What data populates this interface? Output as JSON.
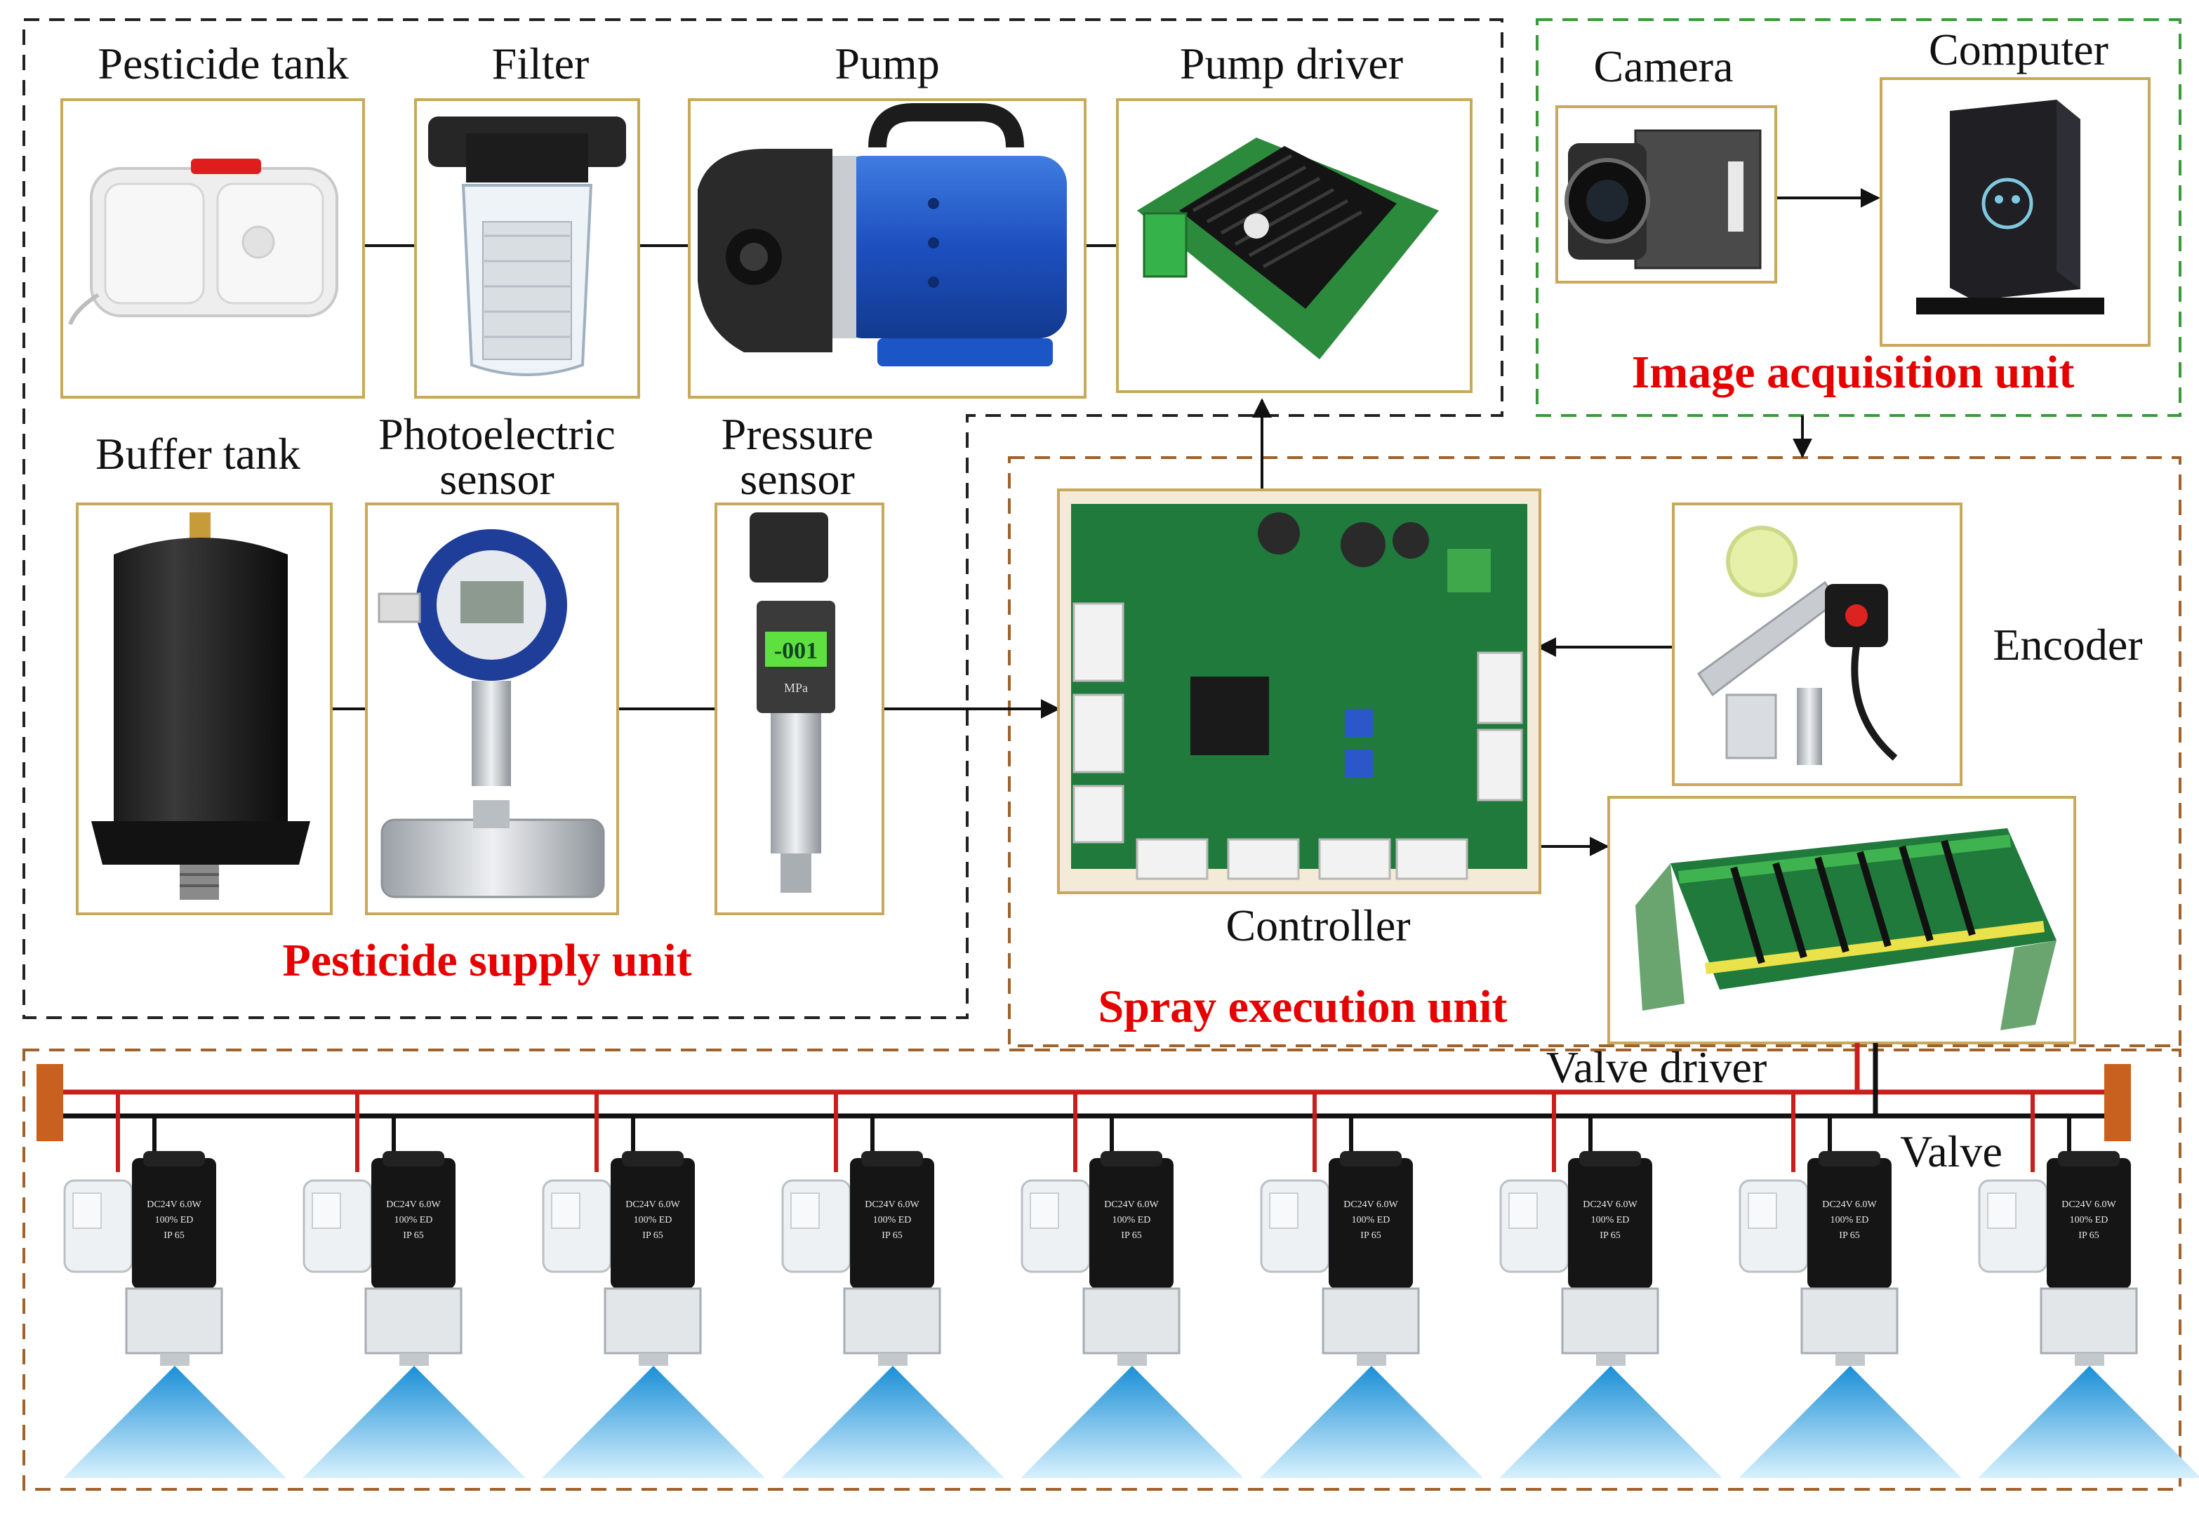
{
  "colors": {
    "frame_pesticide": "#222222",
    "frame_image": "#3a9a3a",
    "frame_spray": "#a0612a",
    "image_border": "#c8a85a",
    "unit_label": "#e60000",
    "bus_red": "#cc1d1d",
    "bus_black": "#111111",
    "spray": "#3bb0e8"
  },
  "labels": {
    "pesticide_tank": "Pesticide tank",
    "filter": "Filter",
    "pump": "Pump",
    "pump_driver": "Pump driver",
    "camera": "Camera",
    "computer": "Computer",
    "buffer_tank": "Buffer tank",
    "photoelectric_1": "Photoelectric",
    "photoelectric_2": "sensor",
    "pressure_1": "Pressure",
    "pressure_2": "sensor",
    "encoder": "Encoder",
    "controller": "Controller",
    "valve_driver": "Valve driver",
    "valve": "Valve"
  },
  "units": {
    "image_acquisition": "Image acquisition unit",
    "pesticide_supply": "Pesticide supply unit",
    "spray_execution": "Spray execution unit"
  },
  "device_text": {
    "pressure_display": "-001",
    "pressure_unit": "MPa",
    "valve_spec": "DC24V 6.0W",
    "valve_duty": "100% ED",
    "valve_ip": "IP 65"
  },
  "valve_count": 9
}
